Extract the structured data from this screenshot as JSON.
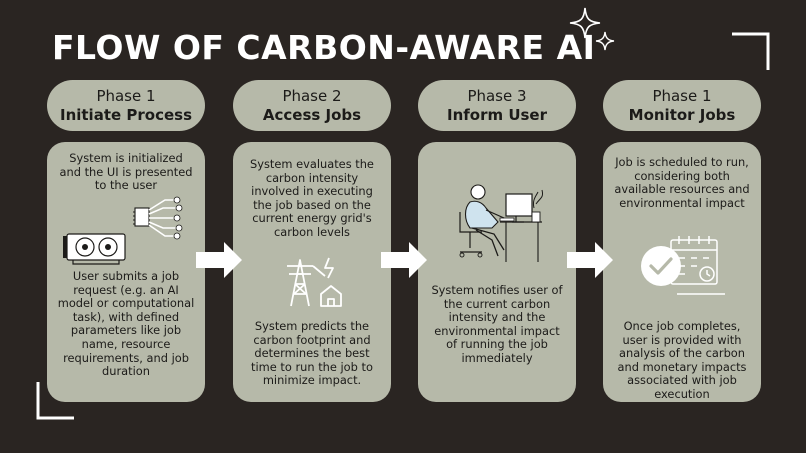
{
  "title": "FLOW OF CARBON-AWARE AI",
  "phases": [
    {
      "number": "Phase 1",
      "name": "Initiate Process",
      "text_top": "System is initialized and the UI is presented to the user",
      "text_bottom": "User submits a job request (e.g. an AI model or computational task), with defined parameters like job name, resource requirements, and job duration",
      "icons": [
        "gpu-card-icon",
        "neural-chip-icon"
      ]
    },
    {
      "number": "Phase 2",
      "name": "Access Jobs",
      "text_top": "System evaluates the carbon intensity involved in executing the job based on the current energy grid's carbon levels",
      "text_bottom": "System predicts the carbon footprint and determines the best time to run the job to minimize impact.",
      "icons": [
        "power-grid-icon"
      ]
    },
    {
      "number": "Phase 3",
      "name": "Inform User",
      "text_top": "",
      "text_bottom": "System notifies user of the current carbon intensity and the environmental impact of running the job immediately",
      "icons": [
        "person-at-computer-icon"
      ]
    },
    {
      "number": "Phase 1",
      "name": "Monitor Jobs",
      "text_top": "Job is scheduled to run, considering both available resources and environmental impact",
      "text_bottom": "Once job completes, user is provided with analysis of the carbon and monetary impacts associated with job execution",
      "icons": [
        "calendar-check-icon"
      ]
    }
  ],
  "colors": {
    "background": "#2a2522",
    "panel": "#b6b9a9",
    "text": "#1c1b19",
    "accent": "#ffffff"
  }
}
